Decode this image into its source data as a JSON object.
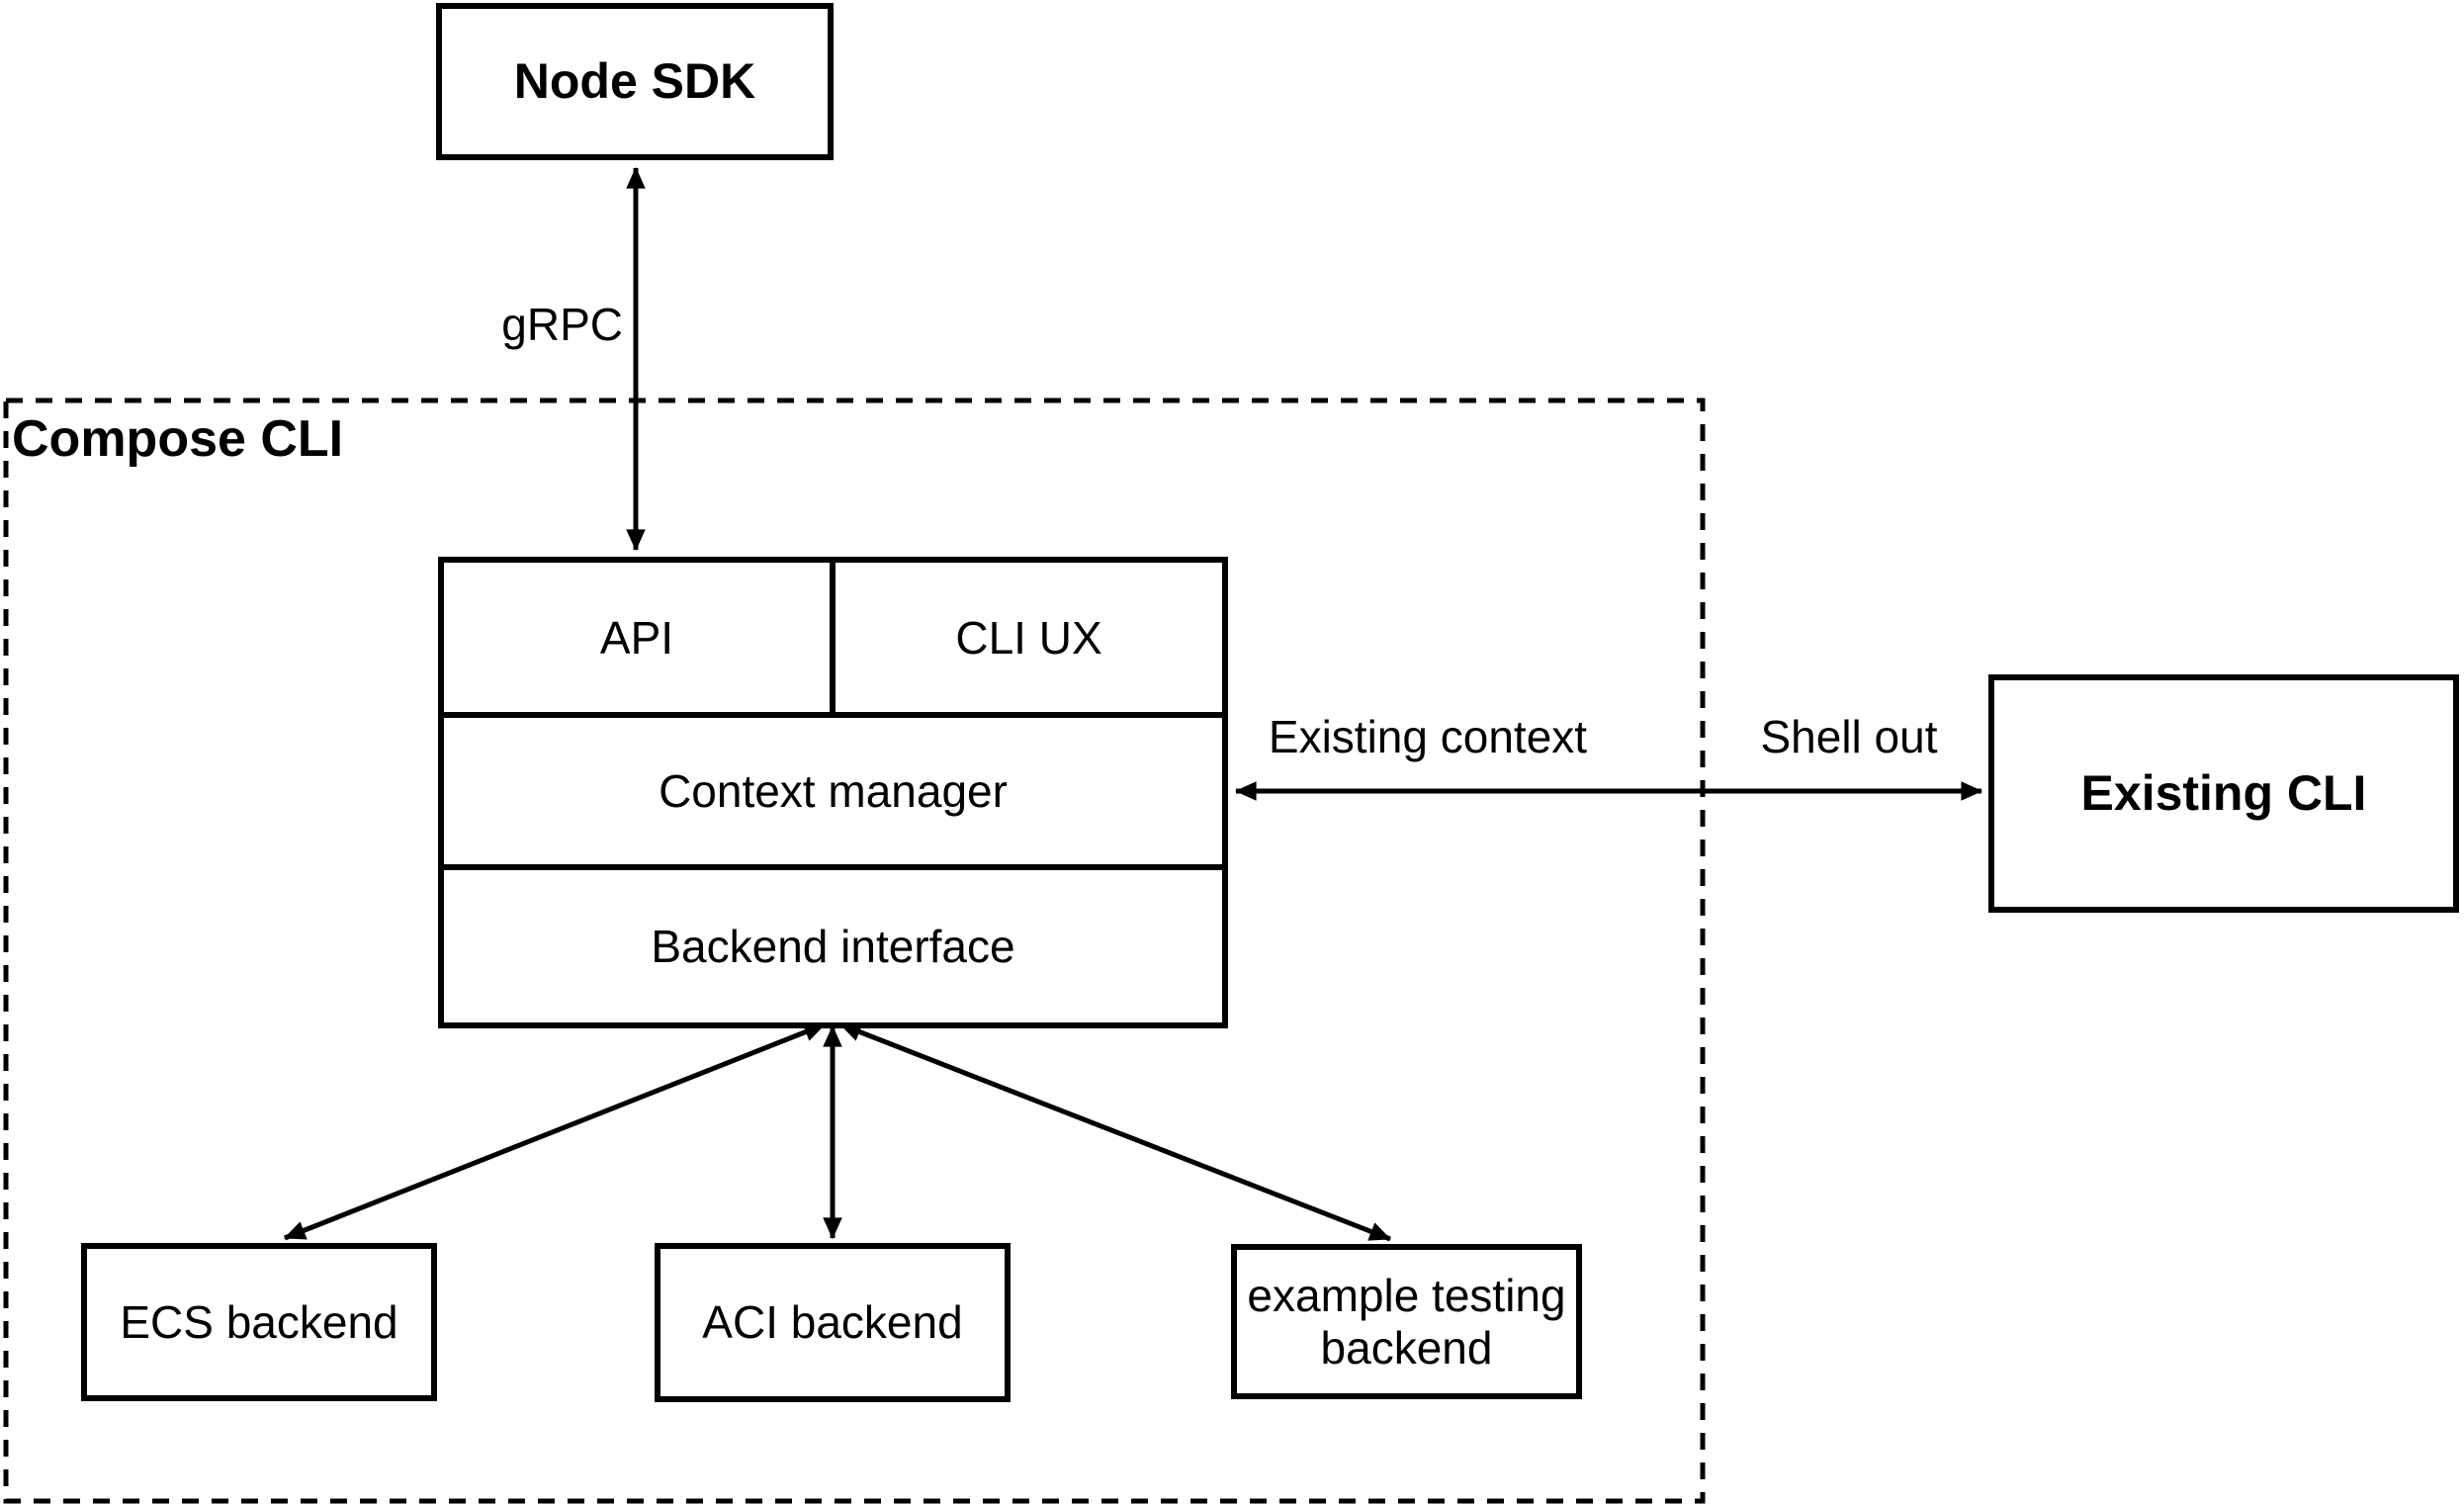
{
  "canvas": {
    "background": "#ffffff",
    "stroke": "#000000"
  },
  "container": {
    "label": "Compose CLI"
  },
  "nodes": {
    "node_sdk": "Node SDK",
    "api": "API",
    "cli_ux": "CLI UX",
    "context_manager": "Context manager",
    "backend_interface": "Backend interface",
    "existing_cli": "Existing CLI",
    "ecs_backend": "ECS backend",
    "aci_backend": "ACI backend",
    "example_testing_backend": "example testing\nbackend"
  },
  "edges": {
    "grpc_label": "gRPC",
    "existing_context_label": "Existing context",
    "shell_out_label": "Shell out"
  }
}
